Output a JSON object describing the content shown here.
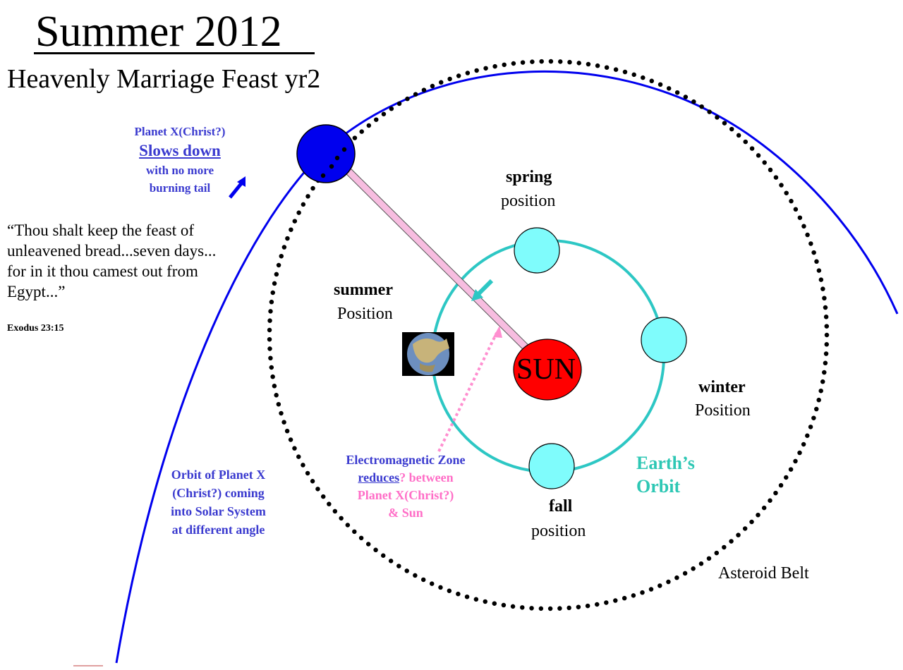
{
  "title": "Summer 2012",
  "subtitle": "Heavenly Marriage Feast yr2",
  "planet_x": {
    "line1": "Planet X(Christ?)",
    "line2": "Slows down",
    "line3": "with no more",
    "line4": "burning tail"
  },
  "quote": {
    "text": "“Thou shalt keep the feast of unleavened bread...seven days... for in it thou camest out from Egypt...”",
    "reference": "Exodus 23:15"
  },
  "seasons": {
    "spring": {
      "name": "spring",
      "position": "position"
    },
    "summer": {
      "name": "summer",
      "position": "Position"
    },
    "winter": {
      "name": "winter",
      "position": "Position"
    },
    "fall": {
      "name": "fall",
      "position": "position"
    }
  },
  "sun_label": "SUN",
  "orbit_caption": {
    "line1": "Orbit of Planet X",
    "line2": "(Christ?) coming",
    "line3": "into Solar System",
    "line4": "at different angle"
  },
  "em_zone": {
    "line1": "Electromagnetic Zone",
    "reduces": "reduces",
    "between": "? between",
    "line3": "Planet X(Christ?)",
    "line4": "& Sun"
  },
  "earth_orbit": {
    "line1": "Earth’s",
    "line2": "Orbit"
  },
  "asteroid_belt": "Asteroid Belt",
  "colors": {
    "planet_x": "#0000ee",
    "orbit_planet_x": "#0000ee",
    "earth_orbit": "#2dc7c4",
    "earth_positions": "#7ffcfc",
    "sun": "#ff0000",
    "beam": "#f7bde0",
    "em_arrow": "#ff8fd0",
    "caption_blue": "#3a3acf",
    "caption_teal": "#2dc7b4"
  }
}
